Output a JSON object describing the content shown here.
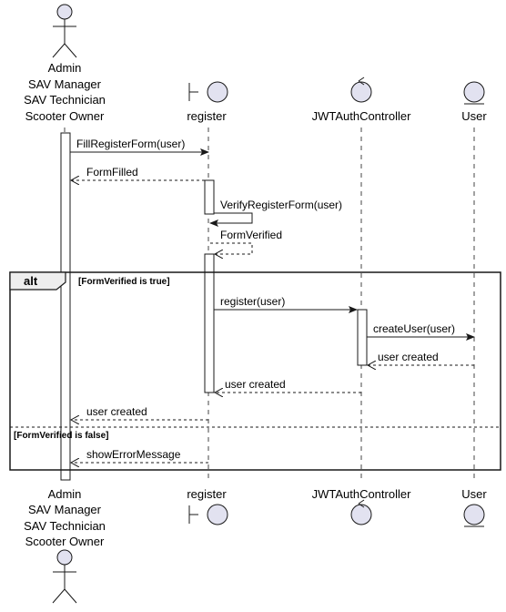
{
  "participants": {
    "actor": {
      "lines": [
        "Admin",
        "SAV Manager",
        "SAV Technician",
        "Scooter Owner"
      ]
    },
    "boundary": {
      "label": "register"
    },
    "control": {
      "label": "JWTAuthController"
    },
    "entity": {
      "label": "User"
    }
  },
  "messages": [
    {
      "id": "m1",
      "text": "FillRegisterForm(user)",
      "style": "solid"
    },
    {
      "id": "m2",
      "text": "FormFilled",
      "style": "dashed"
    },
    {
      "id": "m3",
      "text": "VerifyRegisterForm(user)",
      "style": "solid"
    },
    {
      "id": "m4",
      "text": "FormVerified",
      "style": "dashed"
    },
    {
      "id": "m5",
      "text": "register(user)",
      "style": "solid"
    },
    {
      "id": "m6",
      "text": "createUser(user)",
      "style": "solid"
    },
    {
      "id": "m7",
      "text": "user created",
      "style": "dashed"
    },
    {
      "id": "m8",
      "text": "user created",
      "style": "dashed"
    },
    {
      "id": "m9",
      "text": "user created",
      "style": "dashed"
    },
    {
      "id": "m10",
      "text": "showErrorMessage",
      "style": "dashed"
    }
  ],
  "fragment": {
    "keyword": "alt",
    "guards": [
      "[FormVerified is true]",
      "[FormVerified is false]"
    ]
  },
  "colors": {
    "participant_fill": "#E2E2F0",
    "line": "#181818",
    "lifeline": "#181818",
    "activation_fill": "#ffffff",
    "background": "#ffffff"
  }
}
